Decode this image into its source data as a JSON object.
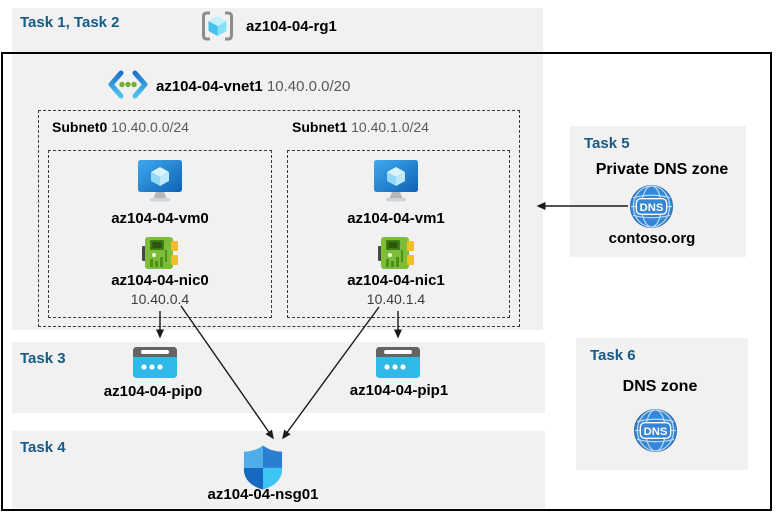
{
  "header": {
    "tasks_label": "Task 1, Task 2",
    "resource_group": "az104-04-rg1"
  },
  "vnet": {
    "name": "az104-04-vnet1",
    "cidr": "10.40.0.0/20"
  },
  "subnets": [
    {
      "name": "Subnet0",
      "cidr": "10.40.0.0/24",
      "vm": "az104-04-vm0",
      "nic": "az104-04-nic0",
      "nic_ip": "10.40.0.4"
    },
    {
      "name": "Subnet1",
      "cidr": "10.40.1.0/24",
      "vm": "az104-04-vm1",
      "nic": "az104-04-nic1",
      "nic_ip": "10.40.1.4"
    }
  ],
  "task3": {
    "label": "Task 3",
    "pip0": "az104-04-pip0",
    "pip1": "az104-04-pip1"
  },
  "task4": {
    "label": "Task 4",
    "nsg": "az104-04-nsg01"
  },
  "task5": {
    "label": "Task 5",
    "title": "Private DNS zone",
    "zone_name": "contoso.org",
    "badge": "DNS"
  },
  "task6": {
    "label": "Task 6",
    "title": "DNS zone",
    "badge": "DNS"
  },
  "colors": {
    "task_label": "#175A86",
    "band_bg": "#F1F1F1",
    "muted_text": "#595959",
    "border": "#000000",
    "arrow": "#1a1a1a",
    "vm_blue": "#1470C8",
    "nic_green": "#7CBE3A",
    "pip_cyan": "#2FB9E6",
    "dns_blue": "#3586D6"
  },
  "icons": {
    "resource_group": "bracketed-cube",
    "virtual_network": "angle-brackets-with-dots",
    "virtual_machine": "monitor-with-cube",
    "network_interface": "green-nic-card",
    "public_ip": "cyan-browser-window",
    "nsg": "blue-quartered-shield",
    "dns_zone": "blue-globe-dns-badge"
  }
}
